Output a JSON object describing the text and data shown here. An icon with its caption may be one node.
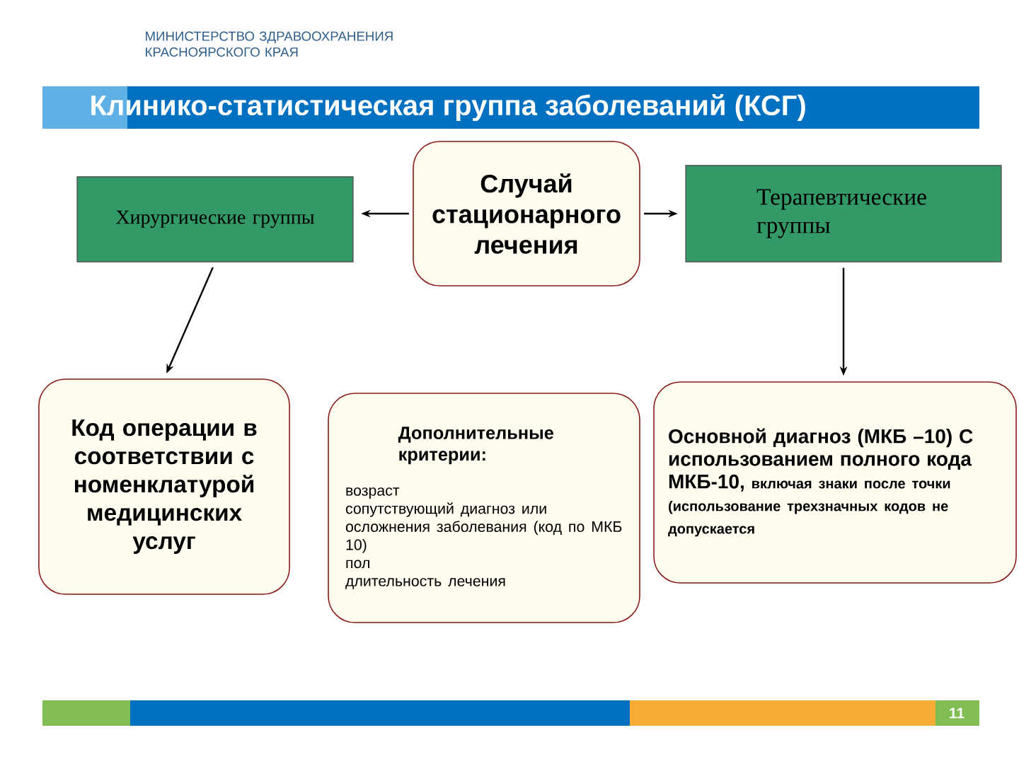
{
  "diagram": {
    "title": "Клинико-статистическая группа заболеваний (КСГ)",
    "nodes": [
      {
        "text": [
          "Хирургические группы"
        ]
      },
      {
        "text": [
          "Случай стационарного лечения"
        ]
      },
      {
        "text": [
          "Терапевтические группы"
        ]
      },
      {
        "text": [
          "Код операции в соответствии с номенклатурой медицинских услуг"
        ]
      },
      {
        "text": [
          "Дополнительные критерии:",
          "возраст",
          "сопутствующий диагноз или осложнения заболевания (код по МКБ 10)",
          "пол",
          "длительность лечения"
        ]
      },
      {
        "text": [
          "Основной диагноз (МКБ –10) С использованием полного кода МКБ-10,",
          "включая знаки после точки (использование трехзначных кодов не допускается"
        ]
      }
    ],
    "edges": [
      {
        "from": 1,
        "to": 0,
        "arrow": "to"
      },
      {
        "from": 1,
        "to": 2,
        "arrow": "to"
      },
      {
        "from": 0,
        "to": 3,
        "arrow": "to"
      },
      {
        "from": 2,
        "to": 5,
        "arrow": "to"
      }
    ],
    "labels": [
      "МИНИСТЕРСТВО ЗДРАВООХРАНЕНИЯ КРАСНОЯРСКОГО КРАЯ",
      "11"
    ]
  }
}
